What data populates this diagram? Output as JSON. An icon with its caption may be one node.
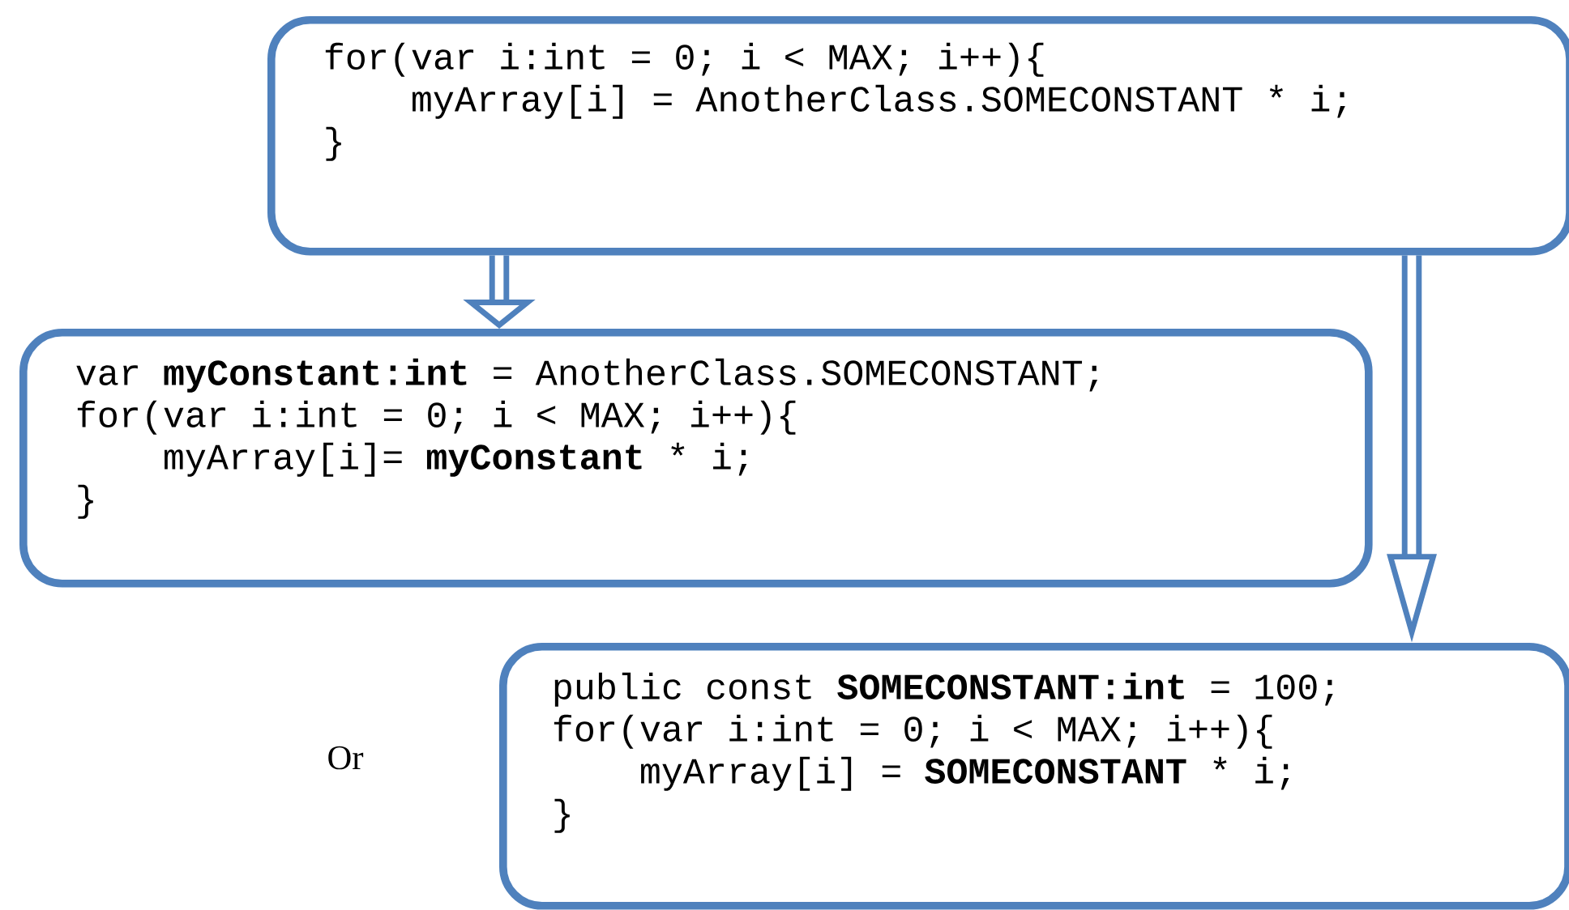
{
  "diagram": {
    "nodes": [
      {
        "text": [
          "for(var i:int = 0; i < MAX; i++){",
          "myArray[i] = AnotherClass.SOMECONSTANT * i;",
          "}"
        ]
      },
      {
        "text": [
          "var **myConstant:int** = AnotherClass.SOMECONSTANT;",
          "for(var i:int = 0; i < MAX; i++){",
          "myArray[i]= **myConstant** * i;",
          "}"
        ]
      },
      {
        "text": [
          "public const **SOMECONSTANT:int** = 100;",
          "for(var i:int = 0; i < MAX; i++){",
          "myArray[i] = **SOMECONSTANT** * i;",
          "}"
        ]
      }
    ],
    "edges": [
      {
        "from": 0,
        "to": 1,
        "arrow": "to"
      },
      {
        "from": 0,
        "to": 2,
        "arrow": "to"
      }
    ],
    "labels": [
      "Or"
    ]
  }
}
